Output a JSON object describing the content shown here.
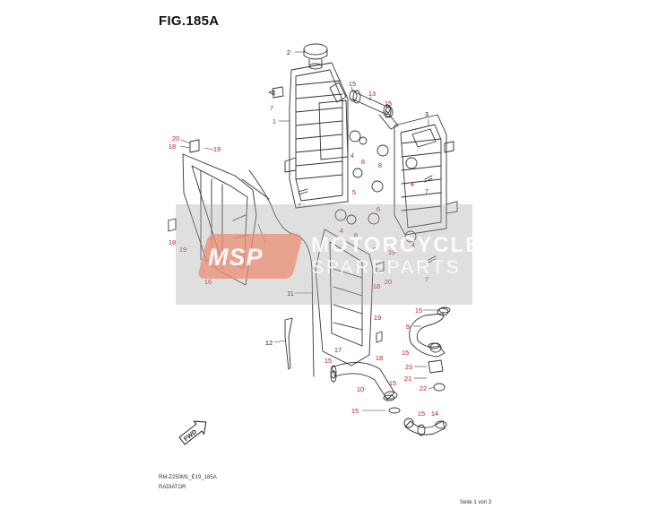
{
  "figure": {
    "title": "FIG.185A"
  },
  "colors": {
    "callout_red": "#b52121",
    "callout_dark": "#222222",
    "line": "#333333",
    "watermark_orange": "#ec8c70"
  },
  "watermark": {
    "logo": "MSP",
    "line1": "MOTORCYCLE",
    "line2": "SPAREPARTS"
  },
  "fwd_label": "FWD",
  "footer": {
    "code": "RM-Z250M1_E19_185A",
    "name": "RADIATOR",
    "page": "Seite 1 von 3"
  },
  "callouts": {
    "c2": "2",
    "c15a": "15",
    "c13": "13",
    "c15b": "15",
    "c3": "3",
    "c7a": "7",
    "c1": "1",
    "c20a": "20",
    "c18a": "18",
    "c19a": "19",
    "c4a": "4",
    "c8a": "8",
    "c4b": "4",
    "c7b": "7",
    "c8b": "8",
    "c5": "5",
    "c7c": "7",
    "c6": "6",
    "c4c": "4",
    "c8c": "8",
    "c4d": "4",
    "c18b": "18",
    "c19b": "19",
    "c19c": "19",
    "c20b": "20",
    "c18c": "18",
    "c7d": "7",
    "c16": "16",
    "c11": "11",
    "c15c": "15",
    "c9": "9",
    "c19d": "19",
    "c12": "12",
    "c15d": "15",
    "c17": "17",
    "c18d": "18",
    "c23": "23",
    "c21": "21",
    "c15e": "15",
    "c10": "10",
    "c15f": "15",
    "c22": "22",
    "c15g": "15",
    "c15h": "15",
    "c14": "14"
  }
}
